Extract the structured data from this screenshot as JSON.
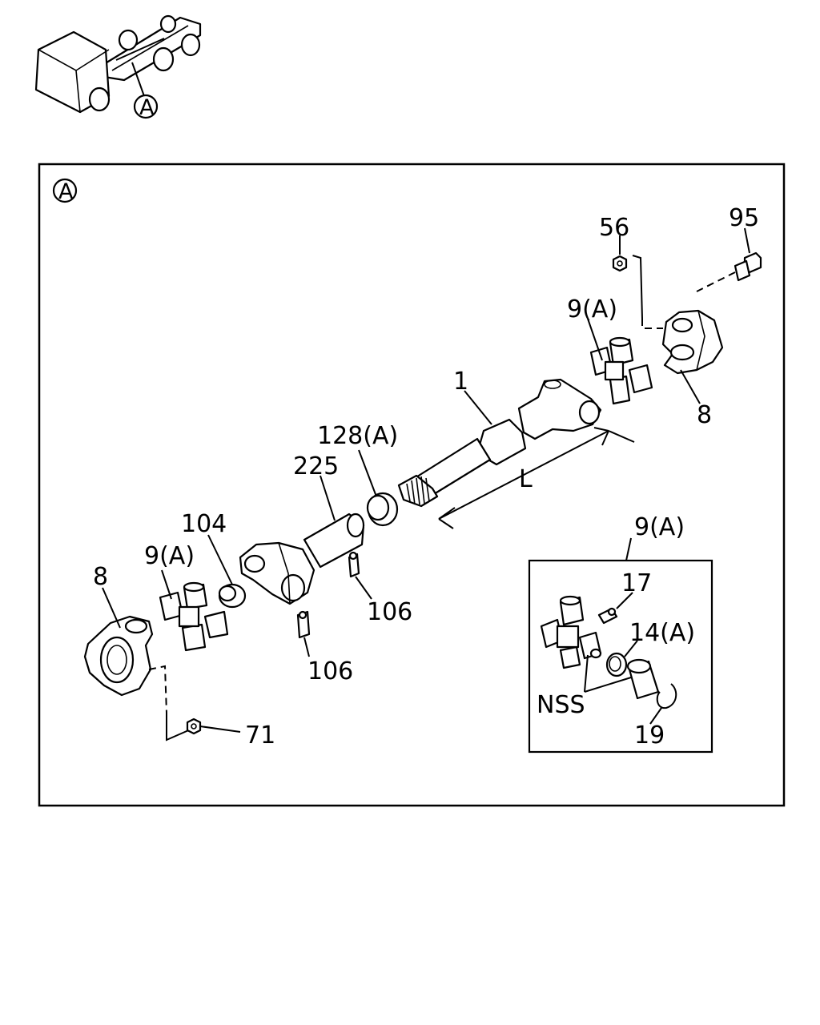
{
  "diagram": {
    "locator_callout": "A",
    "section_callout": "A",
    "labels": {
      "p56": "56",
      "p95": "95",
      "p9a_top": "9(A)",
      "p8_right": "8",
      "p1": "1",
      "p128a": "128(A)",
      "p225": "225",
      "pL": "L",
      "p104": "104",
      "p9a_left": "9(A)",
      "p8_left": "8",
      "p106_a": "106",
      "p106_b": "106",
      "p71": "71",
      "p9a_inset": "9(A)",
      "p17": "17",
      "p14a": "14(A)",
      "pNSS": "NSS",
      "p19": "19"
    }
  }
}
